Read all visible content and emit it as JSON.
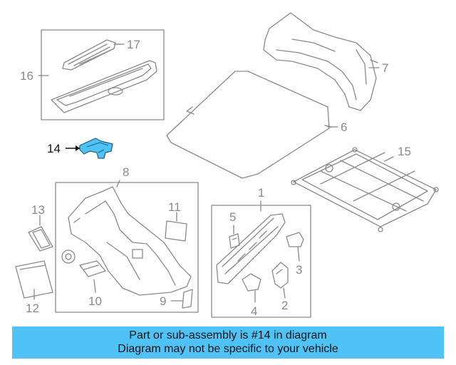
{
  "callouts": {
    "n1": "1",
    "n2": "2",
    "n3": "3",
    "n4": "4",
    "n5": "5",
    "n6": "6",
    "n7": "7",
    "n8": "8",
    "n9": "9",
    "n10": "10",
    "n11": "11",
    "n12": "12",
    "n13": "13",
    "n14": "14",
    "n15": "15",
    "n16": "16",
    "n17": "17"
  },
  "banner": {
    "line1": "Part or sub-assembly is #14 in diagram",
    "line2": "Diagram may not be specific to your vehicle"
  },
  "colors": {
    "highlight": "#4fc3f7",
    "line": "#8a8a8a"
  }
}
